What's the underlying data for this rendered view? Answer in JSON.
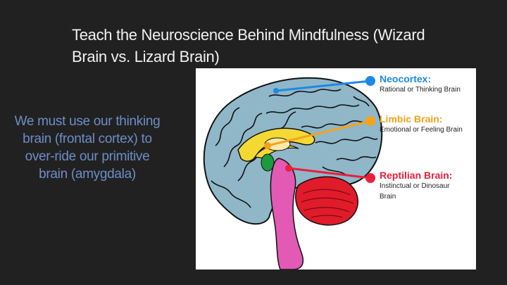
{
  "slide": {
    "title_lines": [
      "Teach the Neuroscience Behind Mindfulness (Wizard",
      "Brain vs. Lizard Brain)"
    ],
    "body_lines": [
      "We must use our thinking",
      "brain (frontal cortex) to",
      "over-ride our primitive",
      "brain (amygdala)"
    ]
  },
  "diagram": {
    "labels": [
      {
        "title": "Neocortex:",
        "sub_lines": [
          "Rational or Thinking Brain"
        ],
        "color": "#1e88e5"
      },
      {
        "title": "Limbic Brain:",
        "sub_lines": [
          "Emotional or Feeling Brain"
        ],
        "color": "#f5a21b"
      },
      {
        "title": "Reptilian Brain:",
        "sub_lines": [
          "Instinctual or Dinosaur",
          "Brain"
        ],
        "color": "#e8203a"
      }
    ]
  },
  "colors": {
    "background": "#212121",
    "title": "#f2f2f2",
    "body_text": "#6d8ec7",
    "cortex": "#8fb7c8",
    "limbic": "#f4d935",
    "reptilian": "#e01b2a",
    "brainstem": "#e25ab4"
  }
}
